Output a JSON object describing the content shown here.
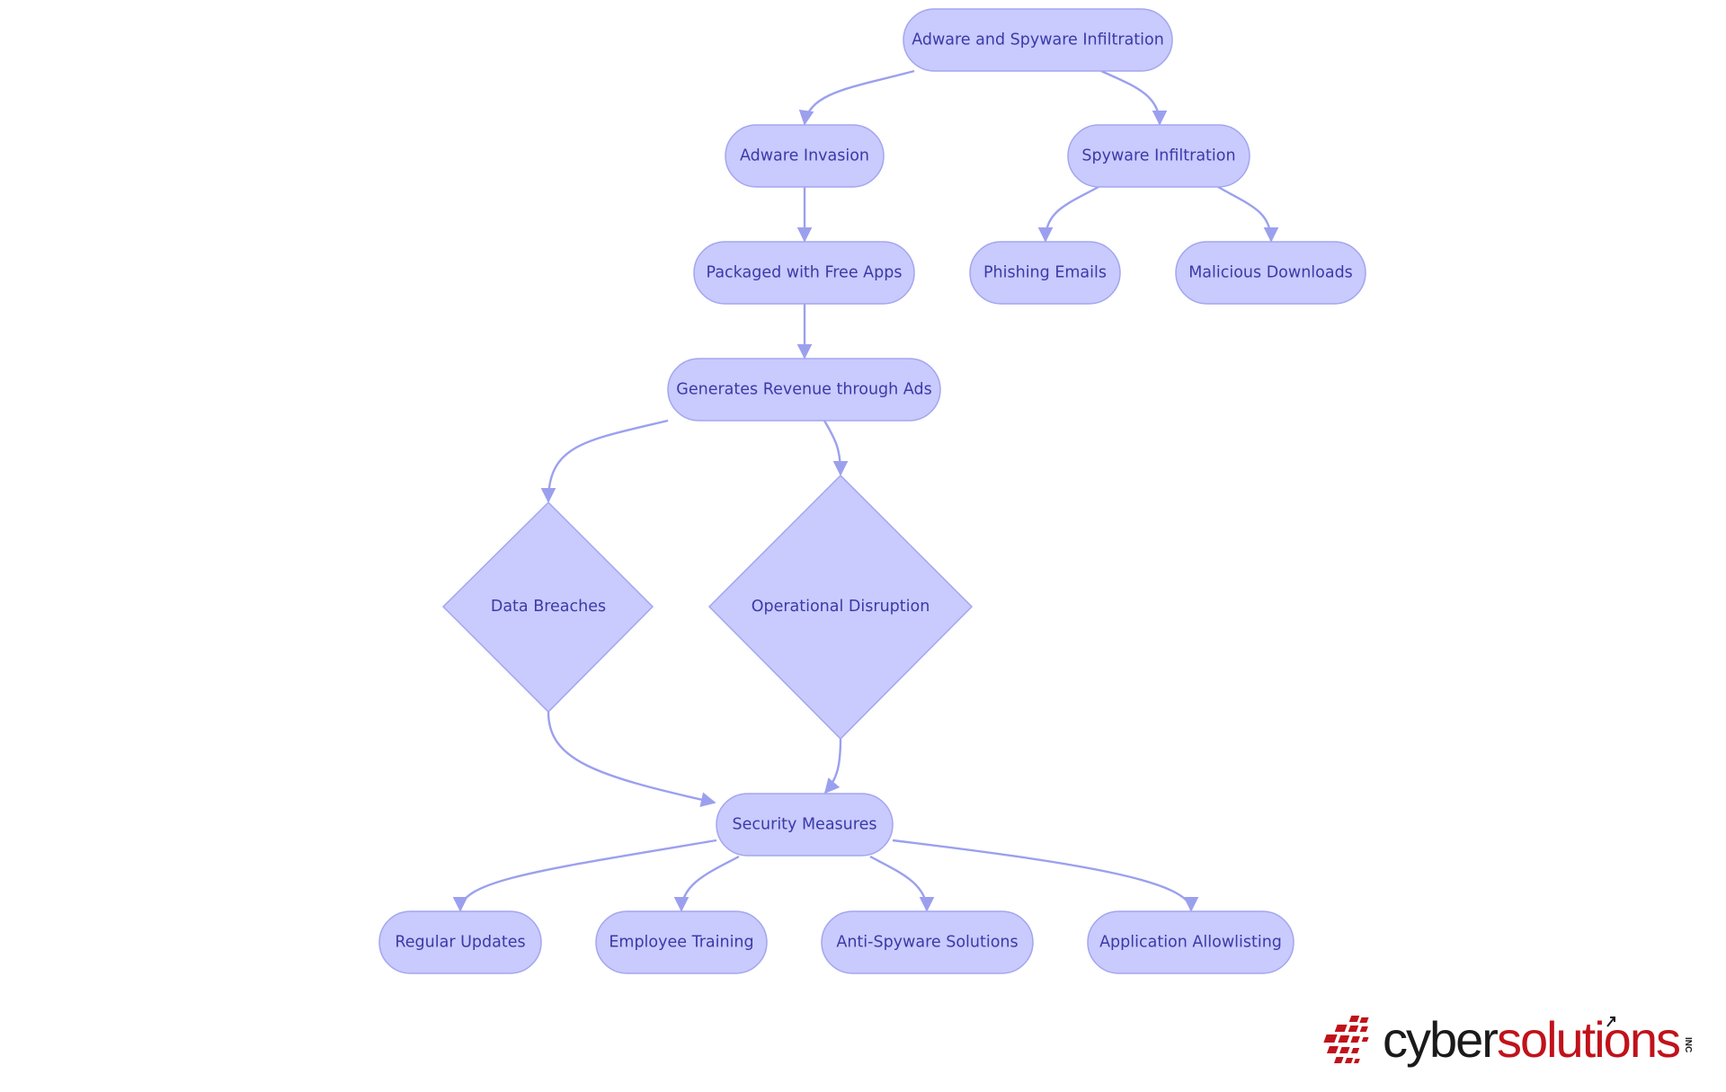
{
  "diagram": {
    "nodes": {
      "root": "Adware and Spyware Infiltration",
      "adware": "Adware Invasion",
      "spyware": "Spyware Infiltration",
      "packaged": "Packaged with Free Apps",
      "phishing": "Phishing Emails",
      "malicious": "Malicious Downloads",
      "revenue": "Generates Revenue through Ads",
      "breaches": "Data Breaches",
      "disruption": "Operational Disruption",
      "security": "Security Measures",
      "updates": "Regular Updates",
      "training": "Employee Training",
      "antispyware": "Anti-Spyware Solutions",
      "allowlisting": "Application Allowlisting"
    },
    "edges": [
      [
        "root",
        "adware"
      ],
      [
        "root",
        "spyware"
      ],
      [
        "adware",
        "packaged"
      ],
      [
        "spyware",
        "phishing"
      ],
      [
        "spyware",
        "malicious"
      ],
      [
        "packaged",
        "revenue"
      ],
      [
        "revenue",
        "breaches"
      ],
      [
        "revenue",
        "disruption"
      ],
      [
        "breaches",
        "security"
      ],
      [
        "disruption",
        "security"
      ],
      [
        "security",
        "updates"
      ],
      [
        "security",
        "training"
      ],
      [
        "security",
        "antispyware"
      ],
      [
        "security",
        "allowlisting"
      ]
    ],
    "colors": {
      "node_fill": "#c9cafd",
      "node_stroke": "#a3a6ee",
      "edge": "#9ba0ee",
      "text": "#3a3aa8"
    }
  },
  "logo": {
    "word_cyber": "cyber",
    "word_solutions": "solutions",
    "suffix": "INC",
    "colors": {
      "cyber": "#1a1a1a",
      "solutions": "#c0121a"
    }
  }
}
